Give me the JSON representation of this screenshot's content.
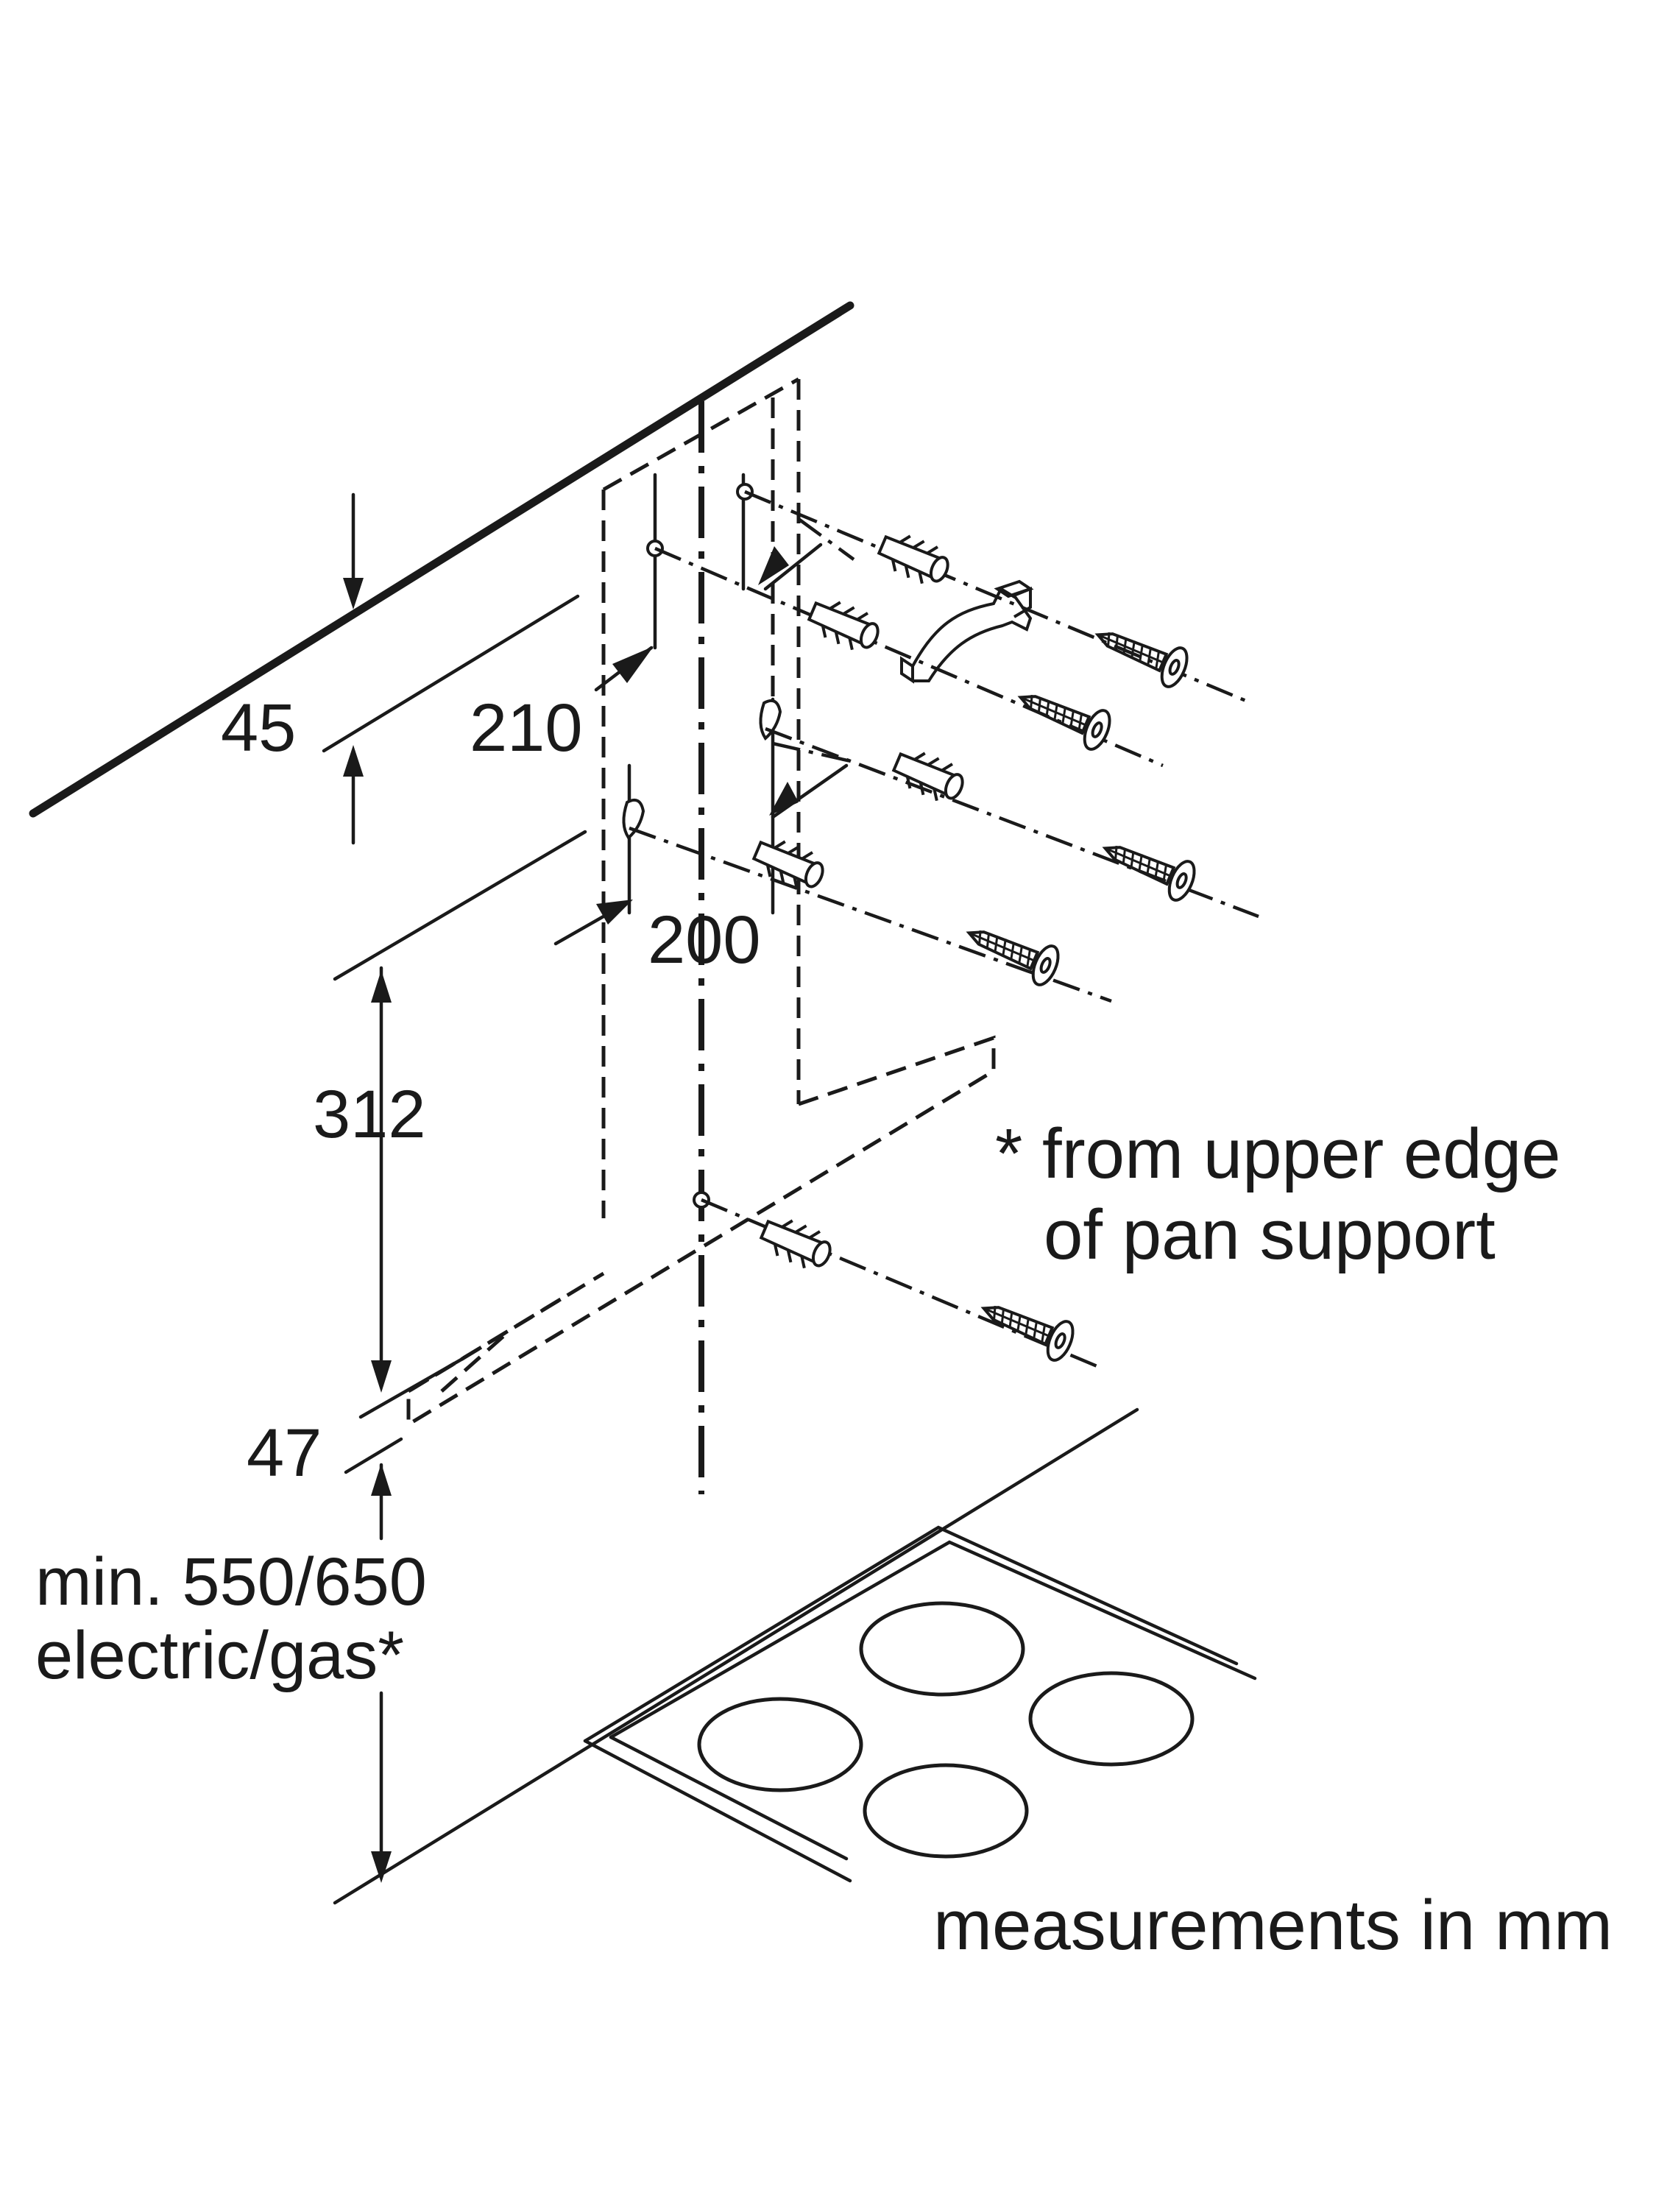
{
  "dimensions": {
    "d45": "45",
    "d210": "210",
    "d200": "200",
    "d312": "312",
    "d47": "47",
    "min_line1": "min. 550/650",
    "min_line2": "electric/gas*"
  },
  "notes": {
    "footnote_line1": "* from upper edge",
    "footnote_line2": "of pan support",
    "units": "measurements in mm"
  }
}
